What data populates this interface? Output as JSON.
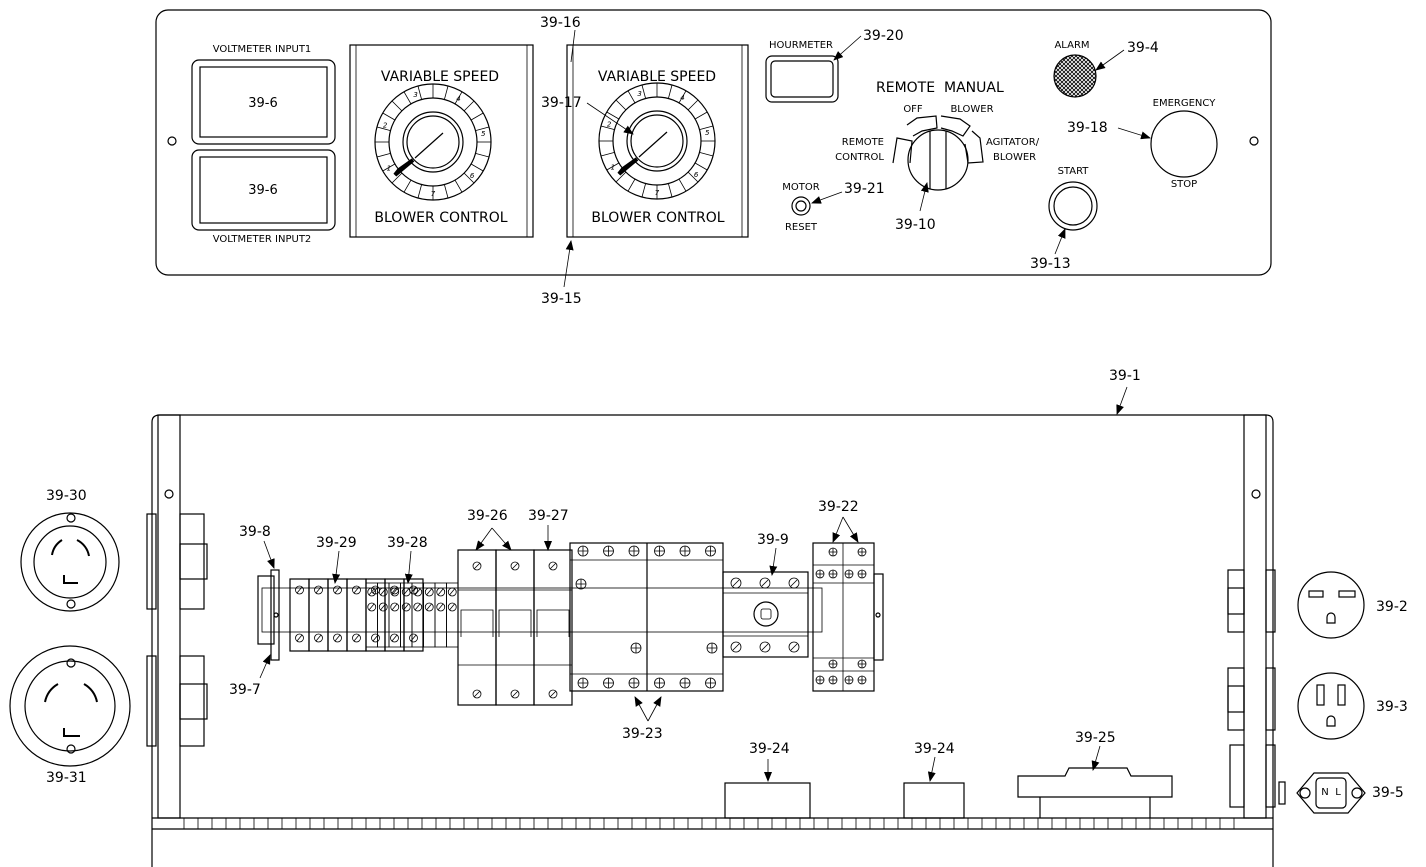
{
  "front_panel": {
    "voltmeter_input1": "VOLTMETER INPUT1",
    "voltmeter_input2": "VOLTMETER INPUT2",
    "voltmeter1_ref": "39-6",
    "voltmeter2_ref": "39-6",
    "dial1_top": "VARIABLE SPEED",
    "dial1_bottom": "BLOWER CONTROL",
    "dial2_top": "VARIABLE SPEED",
    "dial2_bottom": "BLOWER CONTROL",
    "dial_numbers": [
      "1",
      "2",
      "3",
      "4",
      "5",
      "6",
      "7"
    ],
    "hourmeter": "HOURMETER",
    "remote": "REMOTE",
    "manual": "MANUAL",
    "off": "OFF",
    "blower": "BLOWER",
    "remote_control_1": "REMOTE",
    "remote_control_2": "CONTROL",
    "agitator_1": "AGITATOR/",
    "agitator_2": "BLOWER",
    "motor": "MOTOR",
    "reset": "RESET",
    "alarm": "ALARM",
    "emergency": "EMERGENCY",
    "stop": "STOP",
    "start": "START"
  },
  "callouts": {
    "c39_16": "39-16",
    "c39_17": "39-17",
    "c39_15": "39-15",
    "c39_20": "39-20",
    "c39_4": "39-4",
    "c39_18": "39-18",
    "c39_21": "39-21",
    "c39_10": "39-10",
    "c39_13": "39-13",
    "c39_1": "39-1",
    "c39_30": "39-30",
    "c39_31": "39-31",
    "c39_8": "39-8",
    "c39_7": "39-7",
    "c39_29": "39-29",
    "c39_28": "39-28",
    "c39_26": "39-26",
    "c39_27": "39-27",
    "c39_23": "39-23",
    "c39_9": "39-9",
    "c39_22": "39-22",
    "c39_2": "39-2",
    "c39_3": "39-3",
    "c39_5": "39-5",
    "c39_25": "39-25",
    "c39_24a": "39-24",
    "c39_24b": "39-24"
  },
  "plug_letters": {
    "n": "N",
    "l": "L"
  }
}
